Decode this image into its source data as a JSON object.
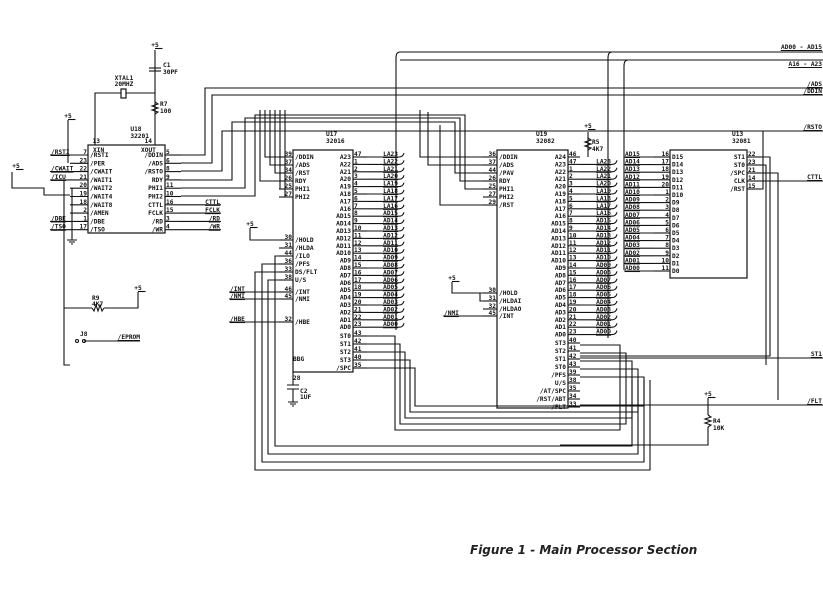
{
  "caption": "Figure 1 - Main Processor Section",
  "colors": {
    "ink": "#111111",
    "paper": "#ffffff"
  },
  "buses": {
    "data": "AD00 - AD15",
    "addr": "A16 - A23"
  },
  "nets": {
    "ads": "/ADS",
    "ddin": "/DDIN",
    "rsto": "/RSTO",
    "cttl": "CTTL",
    "st1": "ST1",
    "flt": "/FLT",
    "eprom": "/EPROM"
  },
  "components": {
    "c1": {
      "ref": "C1",
      "value": "30PF"
    },
    "xtal1": {
      "ref": "XTAL1",
      "value": "20MHZ"
    },
    "r7": {
      "ref": "R7",
      "value": "100"
    },
    "r5": {
      "ref": "R5",
      "value": "4K7"
    },
    "r9": {
      "ref": "R9",
      "value": "4K7"
    },
    "r4": {
      "ref": "R4",
      "value": "10K"
    },
    "c2": {
      "ref": "C2",
      "value": "1UF"
    },
    "j8": {
      "ref": "J8"
    },
    "vcc": "+5"
  },
  "chips": {
    "u18": {
      "ref": "U18",
      "part": "32201",
      "top": [
        {
          "num": "13",
          "name": "XIN"
        },
        {
          "num": "14",
          "name": "XOUT"
        }
      ],
      "left": [
        {
          "num": "7",
          "name": "/RSTI",
          "net": "/RSTI"
        },
        {
          "num": "23",
          "name": "/PER",
          "net": ""
        },
        {
          "num": "22",
          "name": "/CWAIT",
          "net": "/CWAIT"
        },
        {
          "num": "21",
          "name": "/WAIT1",
          "net": "/ICU"
        },
        {
          "num": "20",
          "name": "/WAIT2",
          "net": ""
        },
        {
          "num": "19",
          "name": "/WAIT4",
          "net": ""
        },
        {
          "num": "18",
          "name": "/WAIT8",
          "net": ""
        },
        {
          "num": "2",
          "name": "/AMEN",
          "net": ""
        },
        {
          "num": "1",
          "name": "/DBE",
          "net": "/DBE"
        },
        {
          "num": "17",
          "name": "/TSO",
          "net": "/TSO"
        }
      ],
      "right": [
        {
          "num": "5",
          "name": "/DDIN",
          "net": ""
        },
        {
          "num": "6",
          "name": "/ADS",
          "net": ""
        },
        {
          "num": "8",
          "name": "/RSTO",
          "net": ""
        },
        {
          "num": "9",
          "name": "RDY",
          "net": ""
        },
        {
          "num": "11",
          "name": "PHI1",
          "net": ""
        },
        {
          "num": "10",
          "name": "PHI2",
          "net": ""
        },
        {
          "num": "16",
          "name": "CTTL",
          "net": "CTTL"
        },
        {
          "num": "15",
          "name": "FCLK",
          "net": "FCLK"
        },
        {
          "num": "3",
          "name": "/RD",
          "net": "/RD"
        },
        {
          "num": "4",
          "name": "/WR",
          "net": "/WR"
        }
      ]
    },
    "u17": {
      "ref": "U17",
      "part": "32016",
      "bottom": {
        "num": "28",
        "name": "BBG"
      },
      "left": [
        {
          "num": "39",
          "name": "/DDIN",
          "net": ""
        },
        {
          "num": "37",
          "name": "/ADS",
          "net": ""
        },
        {
          "num": "34",
          "name": "/RST",
          "net": ""
        },
        {
          "num": "26",
          "name": "RDY",
          "net": ""
        },
        {
          "num": "25",
          "name": "PHI1",
          "net": ""
        },
        {
          "num": "27",
          "name": "PHI2",
          "net": ""
        },
        {
          "num": "30",
          "name": "/HOLD",
          "net": ""
        },
        {
          "num": "31",
          "name": "/HLDA",
          "net": ""
        },
        {
          "num": "44",
          "name": "/ILO",
          "net": ""
        },
        {
          "num": "36",
          "name": "/PFS",
          "net": ""
        },
        {
          "num": "33",
          "name": "DS/FLT",
          "net": ""
        },
        {
          "num": "38",
          "name": "U/S",
          "net": ""
        },
        {
          "num": "46",
          "name": "/INT",
          "net": "/INT"
        },
        {
          "num": "45",
          "name": "/NMI",
          "net": "/NMI"
        },
        {
          "num": "32",
          "name": "/HBE",
          "net": "/HBE"
        }
      ],
      "right": [
        {
          "num": "47",
          "name": "A23",
          "net": "LA23"
        },
        {
          "num": "1",
          "name": "A22",
          "net": "LA22"
        },
        {
          "num": "2",
          "name": "A21",
          "net": "LA21"
        },
        {
          "num": "3",
          "name": "A20",
          "net": "LA20"
        },
        {
          "num": "4",
          "name": "A19",
          "net": "LA19"
        },
        {
          "num": "5",
          "name": "A18",
          "net": "LA18"
        },
        {
          "num": "6",
          "name": "A17",
          "net": "LA17"
        },
        {
          "num": "7",
          "name": "A16",
          "net": "LA16"
        },
        {
          "num": "8",
          "name": "AD15",
          "net": "AD15"
        },
        {
          "num": "9",
          "name": "AD14",
          "net": "AD14"
        },
        {
          "num": "10",
          "name": "AD13",
          "net": "AD13"
        },
        {
          "num": "11",
          "name": "AD12",
          "net": "AD12"
        },
        {
          "num": "12",
          "name": "AD11",
          "net": "AD11"
        },
        {
          "num": "13",
          "name": "AD10",
          "net": "AD10"
        },
        {
          "num": "14",
          "name": "AD9",
          "net": "AD09"
        },
        {
          "num": "15",
          "name": "AD8",
          "net": "AD08"
        },
        {
          "num": "16",
          "name": "AD7",
          "net": "AD07"
        },
        {
          "num": "17",
          "name": "AD6",
          "net": "AD06"
        },
        {
          "num": "18",
          "name": "AD5",
          "net": "AD05"
        },
        {
          "num": "19",
          "name": "AD4",
          "net": "AD04"
        },
        {
          "num": "20",
          "name": "AD3",
          "net": "AD03"
        },
        {
          "num": "21",
          "name": "AD2",
          "net": "AD02"
        },
        {
          "num": "22",
          "name": "AD1",
          "net": "AD01"
        },
        {
          "num": "23",
          "name": "AD0",
          "net": "AD00"
        },
        {
          "num": "43",
          "name": "ST0",
          "net": ""
        },
        {
          "num": "42",
          "name": "ST1",
          "net": ""
        },
        {
          "num": "41",
          "name": "ST2",
          "net": ""
        },
        {
          "num": "40",
          "name": "ST3",
          "net": ""
        },
        {
          "num": "35",
          "name": "/SPC",
          "net": ""
        }
      ]
    },
    "u19": {
      "ref": "U19",
      "part": "32082",
      "left": [
        {
          "num": "36",
          "name": "/DDIN",
          "net": ""
        },
        {
          "num": "37",
          "name": "/ADS",
          "net": ""
        },
        {
          "num": "44",
          "name": "/PAV",
          "net": ""
        },
        {
          "num": "26",
          "name": "RDY",
          "net": ""
        },
        {
          "num": "25",
          "name": "PHI1",
          "net": ""
        },
        {
          "num": "27",
          "name": "PHI2",
          "net": ""
        },
        {
          "num": "29",
          "name": "/RST",
          "net": ""
        },
        {
          "num": "30",
          "name": "/HOLD",
          "net": ""
        },
        {
          "num": "31",
          "name": "/HLDAI",
          "net": ""
        },
        {
          "num": "32",
          "name": "/HLDAO",
          "net": ""
        },
        {
          "num": "45",
          "name": "/INT",
          "net": "/NMI"
        }
      ],
      "right": [
        {
          "num": "46",
          "name": "A24",
          "net": ""
        },
        {
          "num": "47",
          "name": "A23",
          "net": "LA23"
        },
        {
          "num": "1",
          "name": "A22",
          "net": "LA22"
        },
        {
          "num": "2",
          "name": "A21",
          "net": "LA21"
        },
        {
          "num": "3",
          "name": "A20",
          "net": "LA20"
        },
        {
          "num": "4",
          "name": "A19",
          "net": "LA19"
        },
        {
          "num": "5",
          "name": "A18",
          "net": "LA18"
        },
        {
          "num": "6",
          "name": "A17",
          "net": "LA17"
        },
        {
          "num": "7",
          "name": "A16",
          "net": "LA16"
        },
        {
          "num": "8",
          "name": "AD15",
          "net": "AD15"
        },
        {
          "num": "9",
          "name": "AD14",
          "net": "AD14"
        },
        {
          "num": "10",
          "name": "AD13",
          "net": "AD13"
        },
        {
          "num": "11",
          "name": "AD12",
          "net": "AD12"
        },
        {
          "num": "12",
          "name": "AD11",
          "net": "AD11"
        },
        {
          "num": "13",
          "name": "AD10",
          "net": "AD10"
        },
        {
          "num": "14",
          "name": "AD9",
          "net": "AD09"
        },
        {
          "num": "15",
          "name": "AD8",
          "net": "AD08"
        },
        {
          "num": "16",
          "name": "AD7",
          "net": "AD07"
        },
        {
          "num": "17",
          "name": "AD6",
          "net": "AD06"
        },
        {
          "num": "18",
          "name": "AD5",
          "net": "AD05"
        },
        {
          "num": "19",
          "name": "AD4",
          "net": "AD04"
        },
        {
          "num": "20",
          "name": "AD3",
          "net": "AD03"
        },
        {
          "num": "21",
          "name": "AD2",
          "net": "AD02"
        },
        {
          "num": "22",
          "name": "AD1",
          "net": "AD01"
        },
        {
          "num": "23",
          "name": "AD0",
          "net": "AD00"
        },
        {
          "num": "40",
          "name": "ST3",
          "net": ""
        },
        {
          "num": "41",
          "name": "ST2",
          "net": ""
        },
        {
          "num": "42",
          "name": "ST1",
          "net": ""
        },
        {
          "num": "43",
          "name": "ST0",
          "net": ""
        },
        {
          "num": "39",
          "name": "/PFS",
          "net": ""
        },
        {
          "num": "38",
          "name": "U/S",
          "net": ""
        },
        {
          "num": "35",
          "name": "/AT/SPC",
          "net": ""
        },
        {
          "num": "34",
          "name": "/RST/ABT",
          "net": ""
        },
        {
          "num": "33",
          "name": "/FLT",
          "net": ""
        }
      ]
    },
    "u13": {
      "ref": "U13",
      "part": "32081",
      "left": [
        {
          "num": "16",
          "name": "D15",
          "net": "AD15"
        },
        {
          "num": "17",
          "name": "D14",
          "net": "AD14"
        },
        {
          "num": "18",
          "name": "D13",
          "net": "AD13"
        },
        {
          "num": "19",
          "name": "D12",
          "net": "AD12"
        },
        {
          "num": "20",
          "name": "D11",
          "net": "AD11"
        },
        {
          "num": "1",
          "name": "D10",
          "net": "AD10"
        },
        {
          "num": "2",
          "name": "D9",
          "net": "AD09"
        },
        {
          "num": "3",
          "name": "D8",
          "net": "AD08"
        },
        {
          "num": "4",
          "name": "D7",
          "net": "AD07"
        },
        {
          "num": "5",
          "name": "D6",
          "net": "AD06"
        },
        {
          "num": "6",
          "name": "D5",
          "net": "AD05"
        },
        {
          "num": "7",
          "name": "D4",
          "net": "AD04"
        },
        {
          "num": "8",
          "name": "D3",
          "net": "AD03"
        },
        {
          "num": "9",
          "name": "D2",
          "net": "AD02"
        },
        {
          "num": "10",
          "name": "D1",
          "net": "AD01"
        },
        {
          "num": "11",
          "name": "D0",
          "net": "AD00"
        }
      ],
      "right": [
        {
          "num": "22",
          "name": "ST1",
          "net": ""
        },
        {
          "num": "23",
          "name": "ST0",
          "net": ""
        },
        {
          "num": "21",
          "name": "/SPC",
          "net": ""
        },
        {
          "num": "14",
          "name": "CLK",
          "net": ""
        },
        {
          "num": "15",
          "name": "/RST",
          "net": ""
        }
      ]
    }
  }
}
